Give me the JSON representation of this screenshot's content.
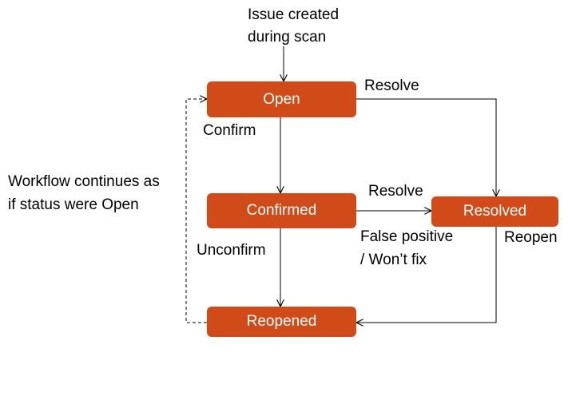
{
  "diagram": {
    "start_note": [
      "Issue created",
      "during scan"
    ],
    "states": {
      "open": "Open",
      "confirmed": "Confirmed",
      "resolved": "Resolved",
      "reopened": "Reopened"
    },
    "transitions": {
      "open_to_resolved": "Resolve",
      "open_to_confirmed": "Confirm",
      "confirmed_to_resolved": "Resolve",
      "confirmed_to_reopened": "Unconfirm",
      "resolved_to_reopened": "Reopen",
      "false_positive": [
        "False positive",
        "/  Won’t fix"
      ]
    },
    "reopened_note": [
      "Workflow continues as",
      "if status were Open"
    ]
  },
  "colors": {
    "state_fill": "#d14b19",
    "state_text": "#ffffff",
    "line": "#000000"
  }
}
